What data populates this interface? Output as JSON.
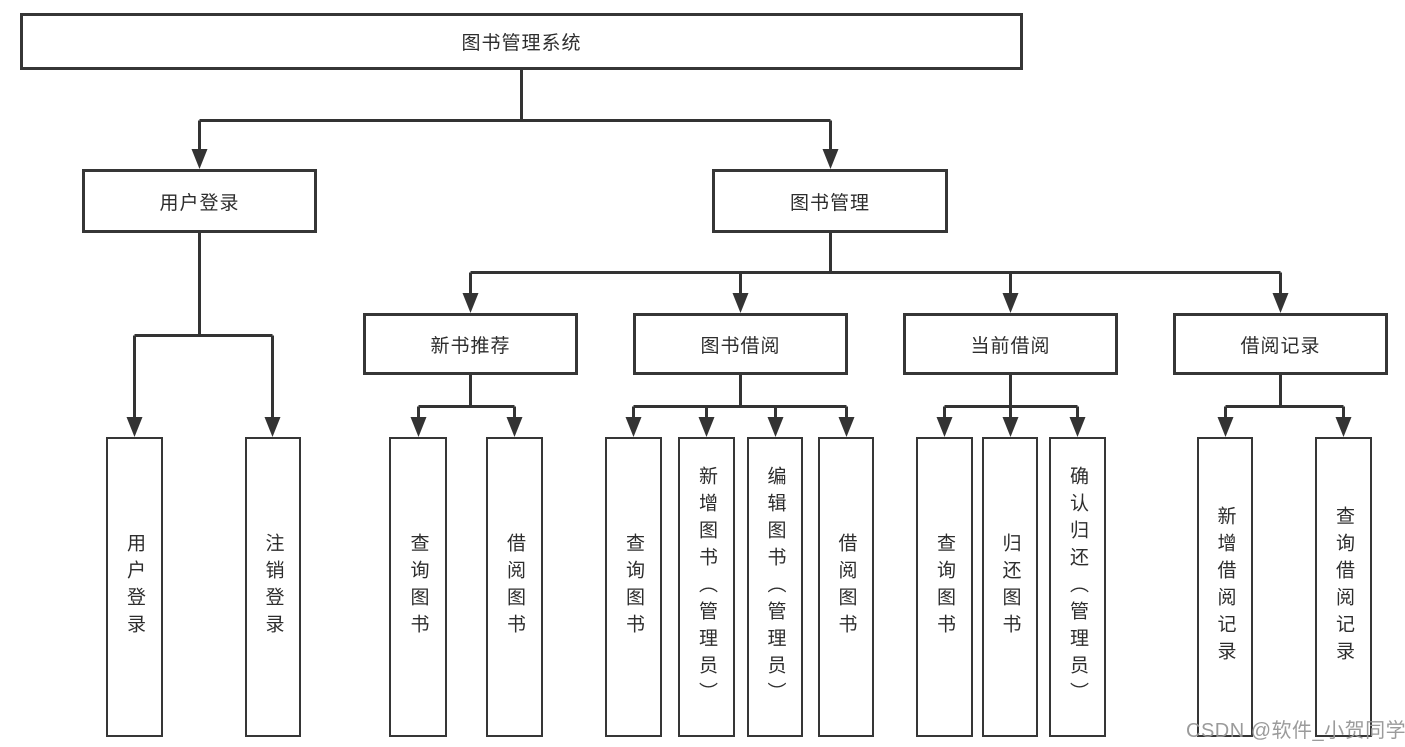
{
  "tree": {
    "label": "图书管理系统",
    "children": [
      {
        "label": "用户登录",
        "children": [
          {
            "label": "用户登录"
          },
          {
            "label": "注销登录"
          }
        ]
      },
      {
        "label": "图书管理",
        "children": [
          {
            "label": "新书推荐",
            "children": [
              {
                "label": "查询图书"
              },
              {
                "label": "借阅图书"
              }
            ]
          },
          {
            "label": "图书借阅",
            "children": [
              {
                "label": "查询图书"
              },
              {
                "label": "新增图书（管理员）"
              },
              {
                "label": "编辑图书（管理员）"
              },
              {
                "label": "借阅图书"
              }
            ]
          },
          {
            "label": "当前借阅",
            "children": [
              {
                "label": "查询图书"
              },
              {
                "label": "归还图书"
              },
              {
                "label": "确认归还（管理员）"
              }
            ]
          },
          {
            "label": "借阅记录",
            "children": [
              {
                "label": "新增借阅记录"
              },
              {
                "label": "查询借阅记录"
              }
            ]
          }
        ]
      }
    ]
  },
  "watermark": {
    "text": "CSDN @软件_小贺同学"
  },
  "colors": {
    "line": "#333333",
    "box_border": "#363636",
    "box_background": "#ffffff",
    "text": "#2d2d2d",
    "watermark": "#969696"
  }
}
